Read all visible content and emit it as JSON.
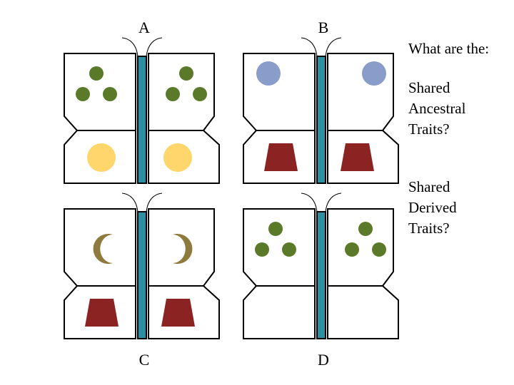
{
  "butterflies": [
    {
      "label": "A",
      "upper_trait": "three-green-dots",
      "lower_trait": "yellow-circle"
    },
    {
      "label": "B",
      "upper_trait": "blue-circle",
      "lower_trait": "red-trapezoid"
    },
    {
      "label": "C",
      "upper_trait": "olive-crescent",
      "lower_trait": "red-trapezoid"
    },
    {
      "label": "D",
      "upper_trait": "three-green-dots",
      "lower_trait": "none"
    }
  ],
  "question": {
    "intro": "What are the:",
    "shared_ancestral": [
      "Shared",
      "Ancestral",
      "Traits?"
    ],
    "shared_derived": [
      "Shared",
      "Derived",
      "Traits?"
    ]
  },
  "colors": {
    "body": "#2e8fa3",
    "green_dot": "#5a7a2a",
    "yellow": "#ffd66b",
    "blue": "#8a9cc9",
    "red": "#8b2323",
    "olive": "#8f7a3e",
    "outline": "#000000"
  }
}
